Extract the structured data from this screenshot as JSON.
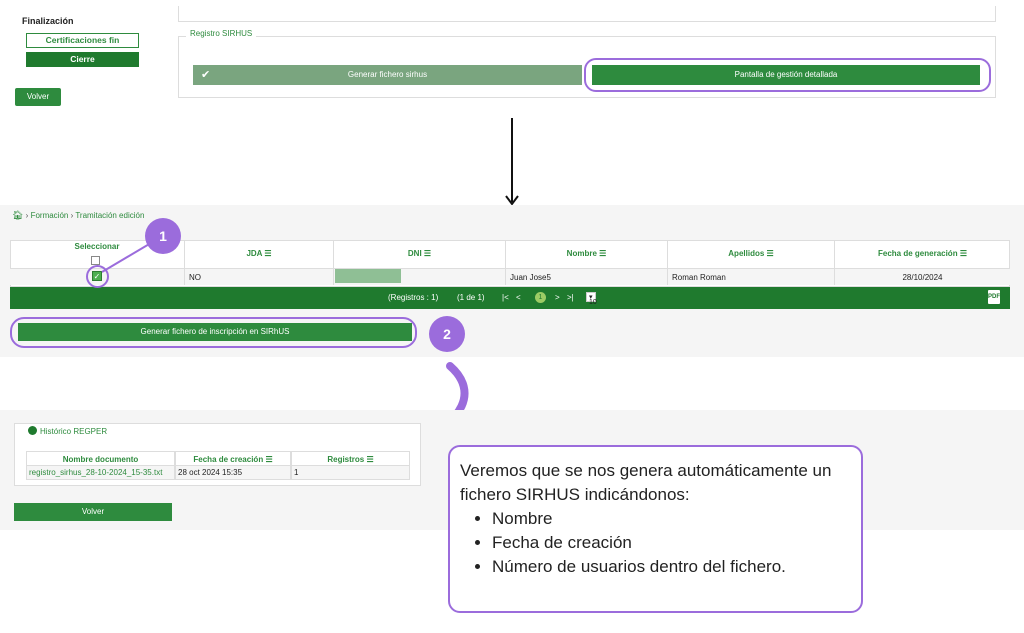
{
  "top": {
    "section_title": "Finalización",
    "side_buttons": [
      "Certificaciones fin",
      "Cierre"
    ],
    "volver": "Volver",
    "sirhus_legend": "Registro SIRHUS",
    "generate_button": "Generar fichero sirhus",
    "detail_button": "Pantalla de gestión detallada"
  },
  "middle": {
    "breadcrumb": [
      "Formación",
      "Tramitación edición"
    ],
    "columns": [
      "Seleccionar",
      "JDA",
      "DNI",
      "Nombre",
      "Apellidos",
      "Fecha de generación"
    ],
    "row": {
      "jda": "NO",
      "dni": "",
      "nombre": "Juan Jose5",
      "apellidos": "Roman Roman",
      "fecha": "28/10/2024"
    },
    "pager": {
      "registros": "(Registros : 1)",
      "page_of": "(1 de 1)",
      "current_page": "1",
      "page_size": "10"
    },
    "generate_button": "Generar fichero de inscripción en SIRhUS",
    "badges": [
      "1",
      "2"
    ]
  },
  "bottom": {
    "hist_title": "Histórico REGPER",
    "columns": [
      "Nombre documento",
      "Fecha de creación",
      "Registros"
    ],
    "row": {
      "doc": "registro_sirhus_28-10-2024_15-35.txt",
      "fecha": "28 oct 2024 15:35",
      "registros": "1"
    },
    "volver": "Volver"
  },
  "callout": {
    "intro": "Veremos que se nos genera automáticamente un fichero SIRHUS indicándonos:",
    "items": [
      "Nombre",
      "Fecha de creación",
      "Número de usuarios dentro del fichero."
    ]
  },
  "colors": {
    "accent": "#2e8b3e",
    "dark_green": "#1f7a2e",
    "highlight": "#9b6cdc"
  }
}
